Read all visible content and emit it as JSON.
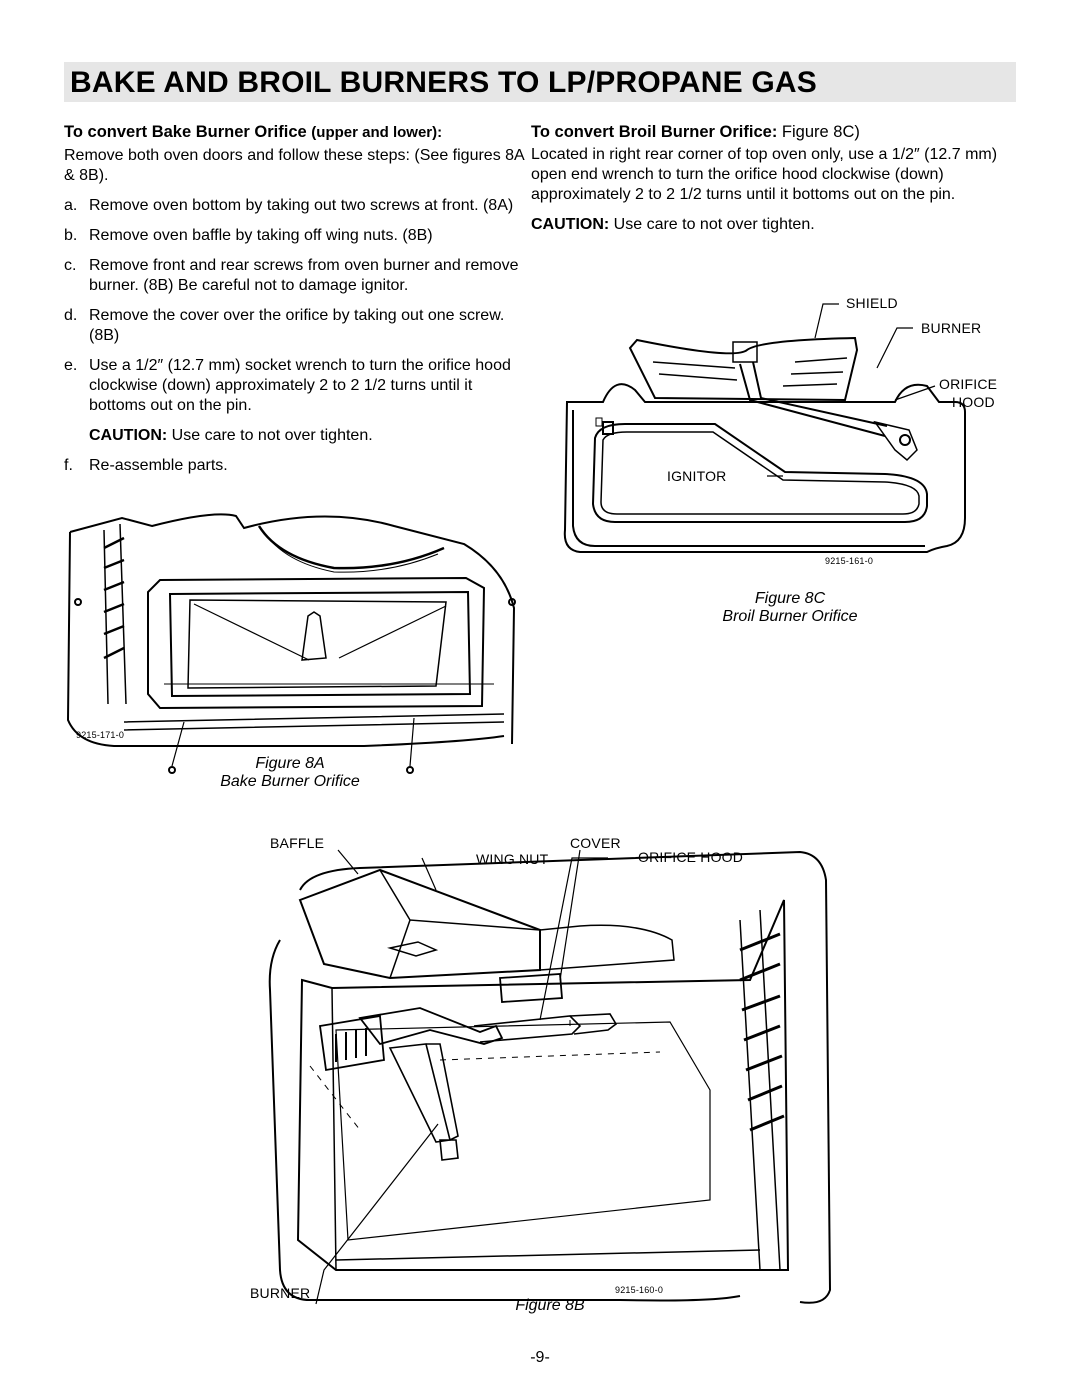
{
  "title": "BAKE AND BROIL BURNERS TO LP/PROPANE GAS",
  "bake": {
    "heading_main": "To convert Bake Burner Orifice ",
    "heading_small": "(upper and lower):",
    "intro": "Remove both oven doors and follow these steps: (See figures 8A & 8B).",
    "steps": [
      {
        "marker": "a.",
        "text": "Remove oven bottom by taking out two screws at front. (8A)"
      },
      {
        "marker": "b.",
        "text": "Remove oven baffle by taking off wing nuts. (8B)"
      },
      {
        "marker": "c.",
        "text": "Remove front and rear screws from oven burner and remove burner. (8B) Be careful not to damage ignitor."
      },
      {
        "marker": "d.",
        "text": "Remove the cover over the orifice by taking out one screw. (8B)"
      },
      {
        "marker": "e.",
        "text": "Use a 1/2″ (12.7 mm) socket wrench to turn the orifice hood clockwise (down) approximately 2 to 2 1/2 turns until it bottoms out on the pin."
      }
    ],
    "caution_label": "CAUTION:",
    "caution_text": " Use care to not over tighten.",
    "final_marker": "f.",
    "final_text": "Re-assemble parts."
  },
  "broil": {
    "heading_main": "To convert Broil Burner Orifice:",
    "heading_fig": " Figure 8C)",
    "body": "Located in right rear corner of top oven only, use a 1/2″ (12.7 mm) open end wrench to turn the orifice hood clockwise (down) approximately 2 to 2 1/2 turns until it bottoms out on the pin.",
    "caution_label": "CAUTION:",
    "caution_text": " Use care to not over tighten."
  },
  "figure_8c": {
    "labels": {
      "shield": "SHIELD",
      "burner": "BURNER",
      "orifice": "ORIFICE",
      "hood": "HOOD",
      "ignitor": "IGNITOR"
    },
    "part_no": "9215-161-0",
    "caption_line1": "Figure 8C",
    "caption_line2": "Broil Burner Orifice"
  },
  "figure_8a": {
    "part_no": "9215-171-0",
    "caption_line1": "Figure 8A",
    "caption_line2": "Bake Burner Orifice"
  },
  "figure_8b": {
    "labels": {
      "baffle": "BAFFLE",
      "wing_nut": "WING NUT",
      "cover": "COVER",
      "orifice_hood": "ORIFICE HOOD",
      "burner": "BURNER"
    },
    "part_no": "9215-160-0",
    "caption": "Figure 8B"
  },
  "page_number": "-9-"
}
